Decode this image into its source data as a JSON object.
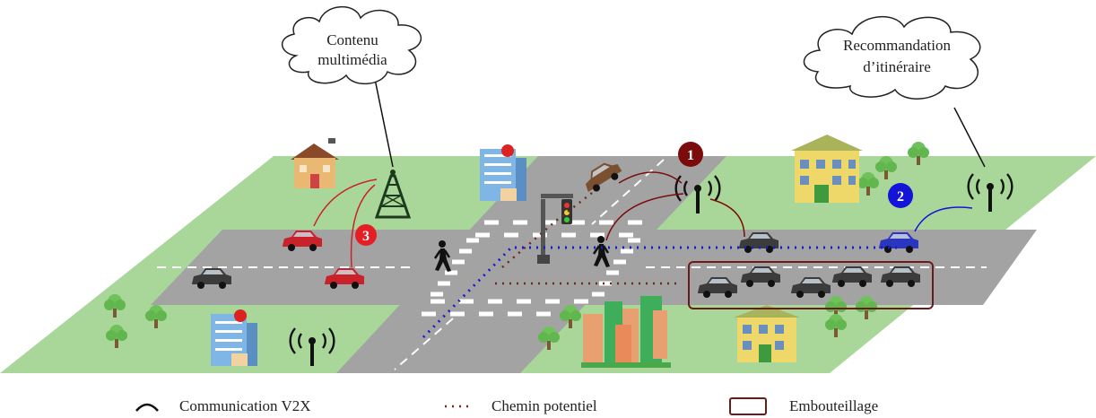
{
  "clouds": {
    "left": {
      "line1": "Contenu",
      "line2": "multimédia"
    },
    "right": {
      "line1": "Recommandation",
      "line2": "d’itinéraire"
    }
  },
  "badges": {
    "one": "1",
    "two": "2",
    "three": "3"
  },
  "legend": {
    "v2x": "Communication V2X",
    "path": "Chemin potentiel",
    "jam": "Embouteillage"
  },
  "colors": {
    "grass": "#a9d79a",
    "road": "#a3a3a3",
    "badge_one": "#7a0c0c",
    "badge_two": "#1414d8",
    "badge_three": "#e51e25",
    "path_brown": "#6b2a1a",
    "path_blue": "#1a1ad0",
    "jam_box": "#6b1a1a"
  }
}
